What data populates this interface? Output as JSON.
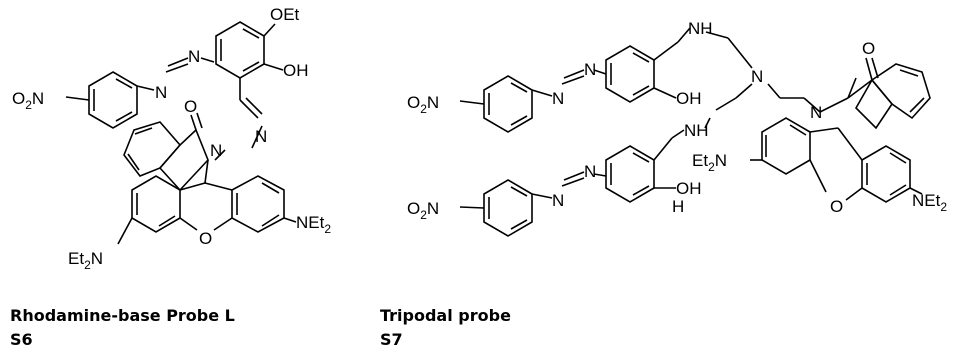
{
  "labels": {
    "s6_oet": "OEt",
    "oh": "OH",
    "o": "O",
    "n": "N",
    "nh": "NH",
    "h": "H",
    "o2n_main": "O",
    "o2n_sub": "2",
    "o2n_end": "N",
    "net2_main": "NEt",
    "et2n_main": "Et",
    "et2n_sub": "2",
    "et2n_end": "N",
    "sub2": "2"
  },
  "captions": [
    {
      "name": "Rhodamine-base Probe L",
      "id": "S6"
    },
    {
      "name": "Tripodal probe",
      "id": "S7"
    }
  ],
  "colors": {
    "ink": "#000000",
    "background": "#ffffff"
  }
}
